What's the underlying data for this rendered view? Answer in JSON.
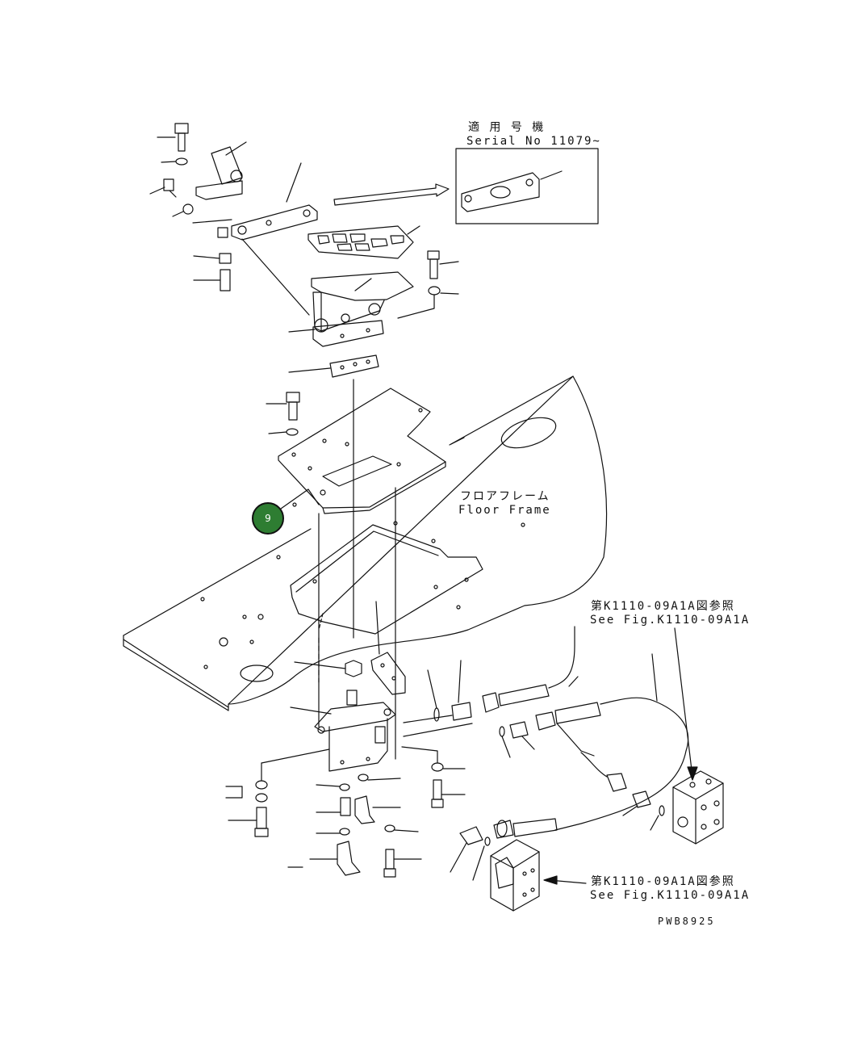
{
  "labels": {
    "applicable_jp": "適 用 号 機",
    "serial": "Serial No 11079~",
    "floor_frame_jp": "フロアフレーム",
    "floor_frame_en": "Floor Frame",
    "ref_top_jp": "第K1110-09A1A図参照",
    "ref_top_en": "See Fig.K1110-09A1A",
    "ref_bottom_jp": "第K1110-09A1A図参照",
    "ref_bottom_en": "See Fig.K1110-09A1A",
    "drawing_code": "PWB8925"
  },
  "callout": {
    "label": "9",
    "color": "#2e7d32"
  }
}
